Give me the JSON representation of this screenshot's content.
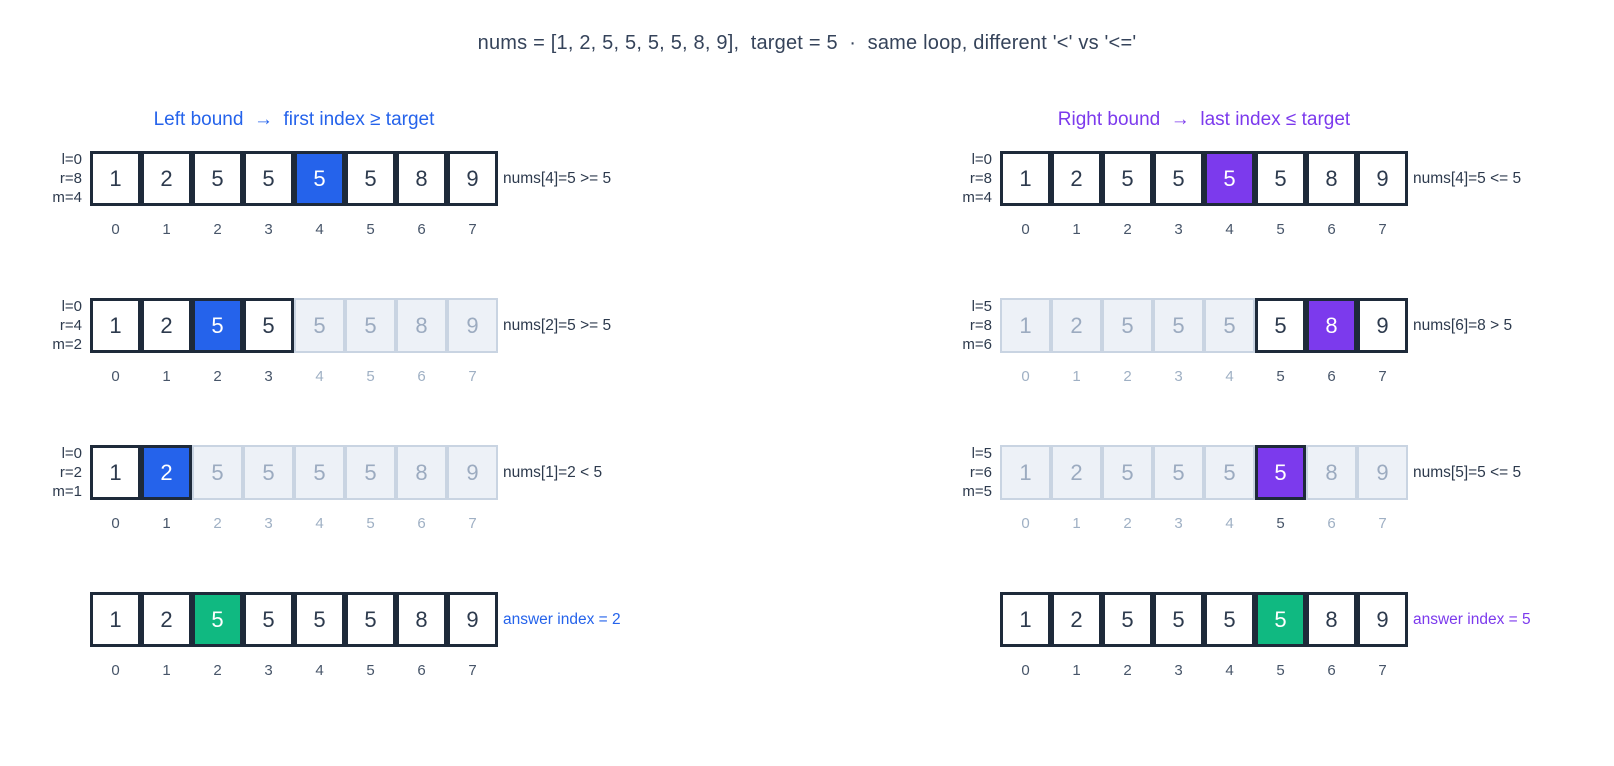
{
  "title": "nums = [1, 2, 5, 5, 5, 5, 8, 9],  target = 5  ·  same loop, different '<' vs '<='",
  "array": [
    "1",
    "2",
    "5",
    "5",
    "5",
    "5",
    "8",
    "9"
  ],
  "indices": [
    "0",
    "1",
    "2",
    "3",
    "4",
    "5",
    "6",
    "7"
  ],
  "colors": {
    "left_accent": "#2563eb",
    "right_accent": "#7c3aed",
    "answer_green": "#10b981",
    "dark_border": "#1e2a3a",
    "dark_text": "#2d3a4d",
    "inactive_bg": "#edf1f7",
    "inactive_border": "#c9d4e2",
    "inactive_text": "#9cabc0",
    "index_dark": "#475569",
    "index_gray": "#9fb0c4"
  },
  "columns": [
    {
      "id": "left-bound",
      "header": "Left bound  →  first index ≥ target",
      "accent": "#2563eb",
      "rows": [
        {
          "l": "l=0",
          "r": "r=8",
          "m": "m=4",
          "active_start": 0,
          "active_end": 7,
          "mid_index": 4,
          "mid_kind": "accent",
          "note": "nums[4]=5 >= 5",
          "note_style": "plain"
        },
        {
          "l": "l=0",
          "r": "r=4",
          "m": "m=2",
          "active_start": 0,
          "active_end": 3,
          "mid_index": 2,
          "mid_kind": "accent",
          "note": "nums[2]=5 >= 5",
          "note_style": "plain"
        },
        {
          "l": "l=0",
          "r": "r=2",
          "m": "m=1",
          "active_start": 0,
          "active_end": 1,
          "mid_index": 1,
          "mid_kind": "accent",
          "note": "nums[1]=2 < 5",
          "note_style": "plain"
        },
        {
          "l": "",
          "r": "",
          "m": "",
          "active_start": 0,
          "active_end": 7,
          "mid_index": 2,
          "mid_kind": "answer",
          "note": "answer index = 2",
          "note_style": "accent"
        }
      ]
    },
    {
      "id": "right-bound",
      "header": "Right bound  →  last index ≤ target",
      "accent": "#7c3aed",
      "rows": [
        {
          "l": "l=0",
          "r": "r=8",
          "m": "m=4",
          "active_start": 0,
          "active_end": 7,
          "mid_index": 4,
          "mid_kind": "accent",
          "note": "nums[4]=5 <= 5",
          "note_style": "plain"
        },
        {
          "l": "l=5",
          "r": "r=8",
          "m": "m=6",
          "active_start": 5,
          "active_end": 7,
          "mid_index": 6,
          "mid_kind": "accent",
          "note": "nums[6]=8 > 5",
          "note_style": "plain"
        },
        {
          "l": "l=5",
          "r": "r=6",
          "m": "m=5",
          "active_start": 5,
          "active_end": 5,
          "mid_index": 5,
          "mid_kind": "accent",
          "note": "nums[5]=5 <= 5",
          "note_style": "plain"
        },
        {
          "l": "",
          "r": "",
          "m": "",
          "active_start": 0,
          "active_end": 7,
          "mid_index": 5,
          "mid_kind": "answer",
          "note": "answer index = 5",
          "note_style": "accent"
        }
      ]
    }
  ]
}
